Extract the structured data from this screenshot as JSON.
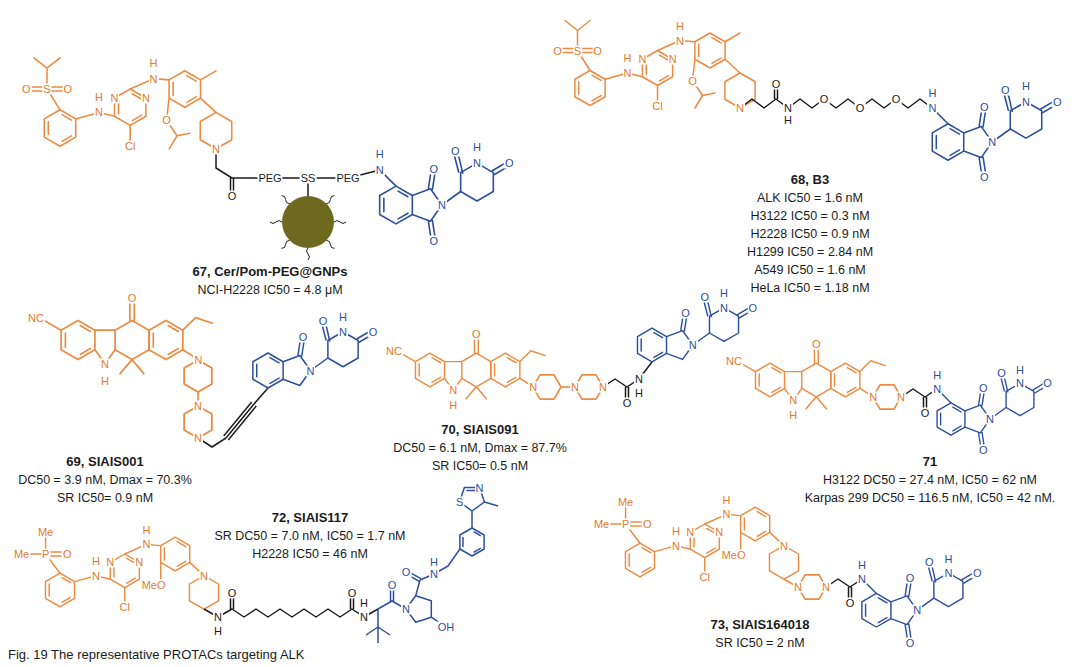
{
  "diagram": {
    "caption": "Fig. 19 The representative PROTACs targeting ALK",
    "labels": [
      "S",
      "O",
      "O",
      "N",
      "H",
      "N",
      "N",
      "Cl",
      "N",
      "H",
      "O",
      "N",
      "O",
      "PEG",
      "SS",
      "PEG",
      "N",
      "H",
      "O",
      "N",
      "O",
      "O",
      "N",
      "H",
      "O",
      "67, Cer/Pom-PEG@GNPs",
      "NCI-H2228 IC50 = 4.8 μM",
      "S",
      "O",
      "O",
      "N",
      "H",
      "N",
      "N",
      "Cl",
      "N",
      "H",
      "O",
      "N",
      "O",
      "N",
      "H",
      "O",
      "O",
      "O",
      "N",
      "H",
      "O",
      "N",
      "O",
      "O",
      "N",
      "H",
      "O",
      "68, B3",
      "ALK IC50 = 1.6 nM",
      "H3122 IC50 = 0.3 nM",
      "H2228 IC50 = 0.9 nM",
      "H1299 IC50 = 2.84 nM",
      "A549 IC50 = 1.6 nM",
      "HeLa IC50 = 1.18 nM",
      "NC",
      "N",
      "H",
      "O",
      "N",
      "N",
      "N",
      "O",
      "N",
      "O",
      "N",
      "H",
      "O",
      "69, SIAIS001",
      "DC50 = 3.9 nM, Dmax = 70.3%",
      "SR IC50= 0.9 nM",
      "NC",
      "N",
      "H",
      "O",
      "N",
      "N",
      "N",
      "O",
      "N",
      "H",
      "O",
      "N",
      "O",
      "N",
      "H",
      "O",
      "70, SIAIS091",
      "DC50 = 6.1 nM, Dmax = 87.7%",
      "SR IC50= 0.5 nM",
      "NC",
      "N",
      "H",
      "O",
      "N",
      "N",
      "O",
      "N",
      "H",
      "O",
      "N",
      "O",
      "O",
      "N",
      "H",
      "O",
      "71",
      "H3122 DC50 = 27.4 nM, IC50 = 62 nM",
      "Karpas 299 DC50 = 116.5 nM, IC50 = 42 nM.",
      "Me",
      "P",
      "O",
      "Me",
      "N",
      "H",
      "N",
      "N",
      "Cl",
      "N",
      "H",
      "MeO",
      "N",
      "N",
      "H",
      "O",
      "O",
      "H",
      "N",
      "N",
      "O",
      "O",
      "H",
      "N",
      "S",
      "N",
      "OH",
      "72, SIAIS117",
      "SR DC50 = 7.0 nM, IC50 = 1.7 nM",
      "H2228 IC50 = 46 nM",
      "Me",
      "P",
      "O",
      "Me",
      "N",
      "H",
      "N",
      "N",
      "Cl",
      "N",
      "H",
      "MeO",
      "N",
      "N",
      "N",
      "O",
      "N",
      "H",
      "O",
      "N",
      "O",
      "O",
      "N",
      "H",
      "O",
      "73, SIAIS164018",
      "SR IC50 = 2 nM"
    ]
  }
}
